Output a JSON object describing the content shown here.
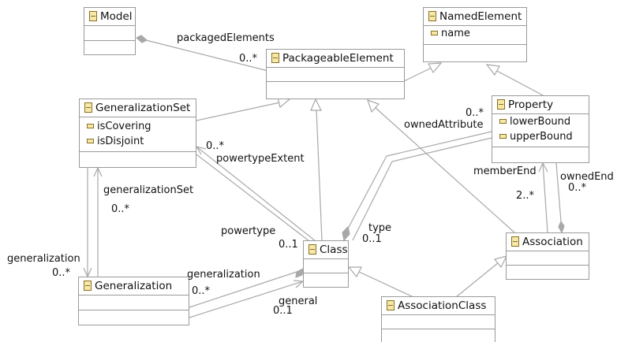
{
  "classes": {
    "model": {
      "name": "Model"
    },
    "named_element": {
      "name": "NamedElement",
      "attributes": [
        "name"
      ]
    },
    "packageable_element": {
      "name": "PackageableElement"
    },
    "generalization_set": {
      "name": "GeneralizationSet",
      "attributes": [
        "isCovering",
        "isDisjoint"
      ]
    },
    "property": {
      "name": "Property",
      "attributes": [
        "lowerBound",
        "upperBound"
      ]
    },
    "class": {
      "name": "Class"
    },
    "association": {
      "name": "Association"
    },
    "generalization": {
      "name": "Generalization"
    },
    "association_class": {
      "name": "AssociationClass"
    }
  },
  "labels": {
    "packaged_elements": "packagedElements",
    "packaged_elements_mult": "0..*",
    "owned_attribute_mult": "0..*",
    "owned_attribute": "ownedAttribute",
    "powertype_extent_mult": "0..*",
    "powertype_extent": "powertypeExtent",
    "generalization_set": "generalizationSet",
    "generalization_set_mult": "0..*",
    "member_end": "memberEnd",
    "member_end_mult": "2..*",
    "owned_end": "ownedEnd",
    "owned_end_mult": "0..*",
    "type": "type",
    "type_mult": "0..1",
    "powertype": "powertype",
    "powertype_mult": "0..1",
    "generalization_left": "generalization",
    "generalization_left_mult": "0..*",
    "generalization_bottom": "generalization",
    "generalization_bottom_mult": "0..*",
    "general": "general",
    "general_mult": "0..1"
  }
}
